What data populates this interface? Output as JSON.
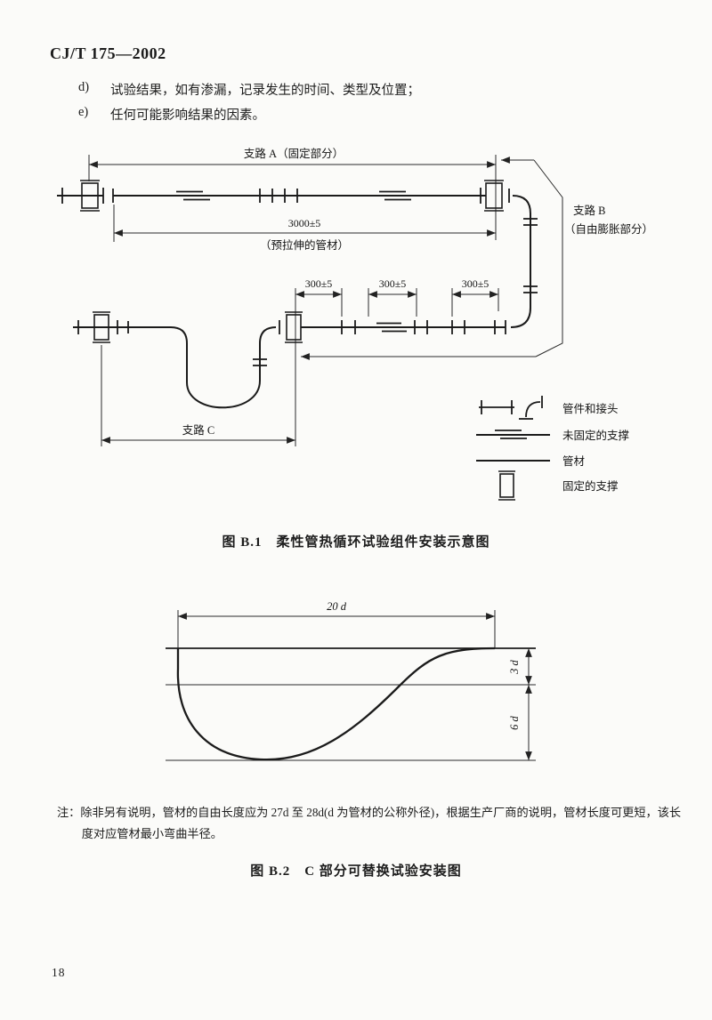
{
  "page": {
    "header": "CJ/T 175—2002",
    "page_number": "18"
  },
  "intro_list": [
    {
      "marker": "d)",
      "text": "试验结果，如有渗漏，记录发生的时间、类型及位置；"
    },
    {
      "marker": "e)",
      "text": "任何可能影响结果的因素。"
    }
  ],
  "fig_b1": {
    "caption": "图 B.1　柔性管热循环试验组件安装示意图",
    "labels": {
      "branch_a": "支路 A（固定部分）",
      "dim_3000": "3000±5",
      "dim_3000_sub": "（预拉伸的管材）",
      "branch_b_line1": "支路 B",
      "branch_b_line2": "（自由膨胀部分）",
      "dim_300_1": "300±5",
      "dim_300_2": "300±5",
      "dim_300_3": "300±5",
      "branch_c": "支路 C"
    },
    "legend": [
      {
        "symbol": "fitting-and-joint",
        "label": "管件和接头"
      },
      {
        "symbol": "unfixed-support",
        "label": "未固定的支撑"
      },
      {
        "symbol": "pipe",
        "label": "管材"
      },
      {
        "symbol": "fixed-support",
        "label": "固定的支撑"
      }
    ]
  },
  "fig_b2": {
    "caption": "图 B.2　C 部分可替换试验安装图",
    "labels": {
      "dim_20d": "20 d",
      "dim_3d": "3 d",
      "dim_6d": "6 d"
    },
    "note": "注：除非另有说明，管材的自由长度应为 27d 至 28d(d 为管材的公称外径)，根据生产厂商的说明，管材长度可更短，该长度对应管材最小弯曲半径。"
  }
}
